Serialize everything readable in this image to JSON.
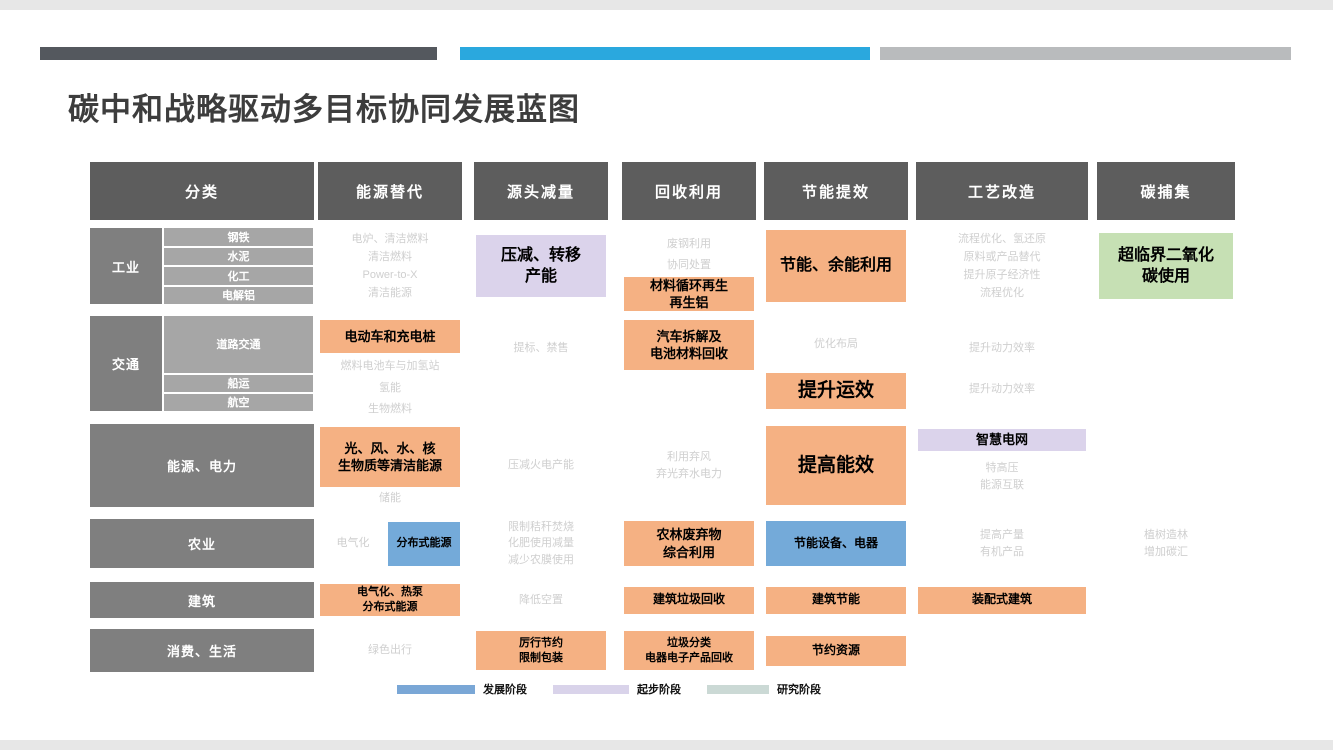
{
  "page": {
    "title": "碳中和战略驱动多目标协同发展蓝图"
  },
  "colors": {
    "accent_dark": "#54585e",
    "accent_blue": "#2aa8de",
    "accent_gray": "#b9bbbd",
    "title": "#3d3d3d",
    "header_gray": "#5d5d5d",
    "label_gray": "#7f7f7f",
    "sublabel_gray": "#a6a6a6",
    "orange": "#f5b183",
    "purple": "#dbd3eb",
    "blue": "#74aad9",
    "green": "#c6e0b4",
    "research_text": "#cfcfcf"
  },
  "matrix": {
    "corner_header": "分类",
    "columns": [
      {
        "id": "energy",
        "label": "能源替代"
      },
      {
        "id": "source",
        "label": "源头减量"
      },
      {
        "id": "recycle",
        "label": "回收利用"
      },
      {
        "id": "saving",
        "label": "节能提效"
      },
      {
        "id": "process",
        "label": "工艺改造"
      },
      {
        "id": "capture",
        "label": "碳捕集"
      }
    ],
    "rows": [
      {
        "label": "工业",
        "subs": [
          "钢铁",
          "水泥",
          "化工",
          "电解铝"
        ],
        "cells": {
          "energy": [
            {
              "kind": "research",
              "text": "电炉、清洁燃料"
            },
            {
              "kind": "research",
              "text": "清洁燃料"
            },
            {
              "kind": "research",
              "text": "Power-to-X"
            },
            {
              "kind": "research",
              "text": "清洁能源"
            }
          ],
          "source": [
            {
              "kind": "purple",
              "size": "l",
              "text": "压减、转移\n产能"
            }
          ],
          "recycle": [
            {
              "kind": "research",
              "text": "废钢利用"
            },
            {
              "kind": "research",
              "text": "协同处置"
            },
            {
              "kind": "orange",
              "size": "m",
              "text": "材料循环再生\n再生铝"
            }
          ],
          "saving": [
            {
              "kind": "orange",
              "size": "l",
              "text": "节能、余能利用"
            }
          ],
          "process": [
            {
              "kind": "research",
              "text": "流程优化、氢还原"
            },
            {
              "kind": "research",
              "text": "原料或产品替代"
            },
            {
              "kind": "research",
              "text": "提升原子经济性"
            },
            {
              "kind": "research",
              "text": "流程优化"
            }
          ],
          "capture": [
            {
              "kind": "green",
              "size": "l",
              "text": "超临界二氧化\n碳使用"
            }
          ]
        }
      },
      {
        "label": "交通",
        "subs": [
          "道路交通",
          "船运",
          "航空"
        ],
        "cells": {
          "energy": [
            {
              "kind": "orange",
              "size": "m",
              "text": "电动车和充电桩"
            },
            {
              "kind": "research",
              "text": "燃料电池车与加氢站"
            },
            {
              "kind": "research",
              "text": "氢能"
            },
            {
              "kind": "research",
              "text": "生物燃料"
            }
          ],
          "source": [
            {
              "kind": "research",
              "text": "提标、禁售"
            }
          ],
          "recycle": [
            {
              "kind": "orange",
              "size": "m",
              "text": "汽车拆解及\n电池材料回收"
            }
          ],
          "saving": [
            {
              "kind": "research",
              "text": "优化布局"
            },
            {
              "kind": "orange",
              "size": "xl",
              "text": "提升运效"
            }
          ],
          "process": [
            {
              "kind": "research",
              "text": "提升动力效率"
            },
            {
              "kind": "research",
              "text": "提升动力效率"
            }
          ],
          "capture": []
        }
      },
      {
        "label": "能源、电力",
        "subs": [],
        "cells": {
          "energy": [
            {
              "kind": "orange",
              "size": "m",
              "text": "光、风、水、核\n生物质等清洁能源"
            },
            {
              "kind": "research",
              "text": "储能"
            }
          ],
          "source": [
            {
              "kind": "research",
              "text": "压减火电产能"
            }
          ],
          "recycle": [
            {
              "kind": "research",
              "text": "利用弃风\n弃光弃水电力"
            }
          ],
          "saving": [
            {
              "kind": "orange",
              "size": "xl",
              "text": "提高能效"
            }
          ],
          "process": [
            {
              "kind": "purple",
              "size": "m",
              "text": "智慧电网"
            },
            {
              "kind": "research",
              "text": "特高压\n能源互联"
            }
          ],
          "capture": []
        }
      },
      {
        "label": "农业",
        "subs": [],
        "cells": {
          "energy": [
            {
              "kind": "research",
              "text": "电气化"
            },
            {
              "kind": "blue",
              "size": "xs",
              "text": "分布式能源"
            }
          ],
          "source": [
            {
              "kind": "research",
              "text": "限制秸秆焚烧\n化肥使用减量\n减少农膜使用"
            }
          ],
          "recycle": [
            {
              "kind": "orange",
              "size": "m",
              "text": "农林废弃物\n综合利用"
            }
          ],
          "saving": [
            {
              "kind": "blue",
              "size": "s",
              "text": "节能设备、电器"
            }
          ],
          "process": [
            {
              "kind": "research",
              "text": "提高产量\n有机产品"
            }
          ],
          "capture": [
            {
              "kind": "research",
              "text": "植树造林\n增加碳汇"
            }
          ]
        }
      },
      {
        "label": "建筑",
        "subs": [],
        "cells": {
          "energy": [
            {
              "kind": "orange",
              "size": "xs",
              "text": "电气化、热泵\n分布式能源"
            }
          ],
          "source": [
            {
              "kind": "research",
              "text": "降低空置"
            }
          ],
          "recycle": [
            {
              "kind": "orange",
              "size": "s",
              "text": "建筑垃圾回收"
            }
          ],
          "saving": [
            {
              "kind": "orange",
              "size": "s",
              "text": "建筑节能"
            }
          ],
          "process": [
            {
              "kind": "orange",
              "size": "s",
              "text": "装配式建筑"
            }
          ],
          "capture": []
        }
      },
      {
        "label": "消费、生活",
        "subs": [],
        "cells": {
          "energy": [
            {
              "kind": "research",
              "text": "绿色出行"
            }
          ],
          "source": [
            {
              "kind": "orange",
              "size": "xs",
              "text": "厉行节约\n限制包装"
            }
          ],
          "recycle": [
            {
              "kind": "orange",
              "size": "xs",
              "text": "垃圾分类\n电器电子产品回收"
            }
          ],
          "saving": [
            {
              "kind": "orange",
              "size": "s",
              "text": "节约资源"
            }
          ],
          "process": [],
          "capture": []
        }
      }
    ]
  },
  "legend": [
    {
      "label": "发展阶段",
      "color": "#7aa7d6"
    },
    {
      "label": "起步阶段",
      "color": "#d9d3ea"
    },
    {
      "label": "研究阶段",
      "color": "#cbd9d5"
    }
  ]
}
